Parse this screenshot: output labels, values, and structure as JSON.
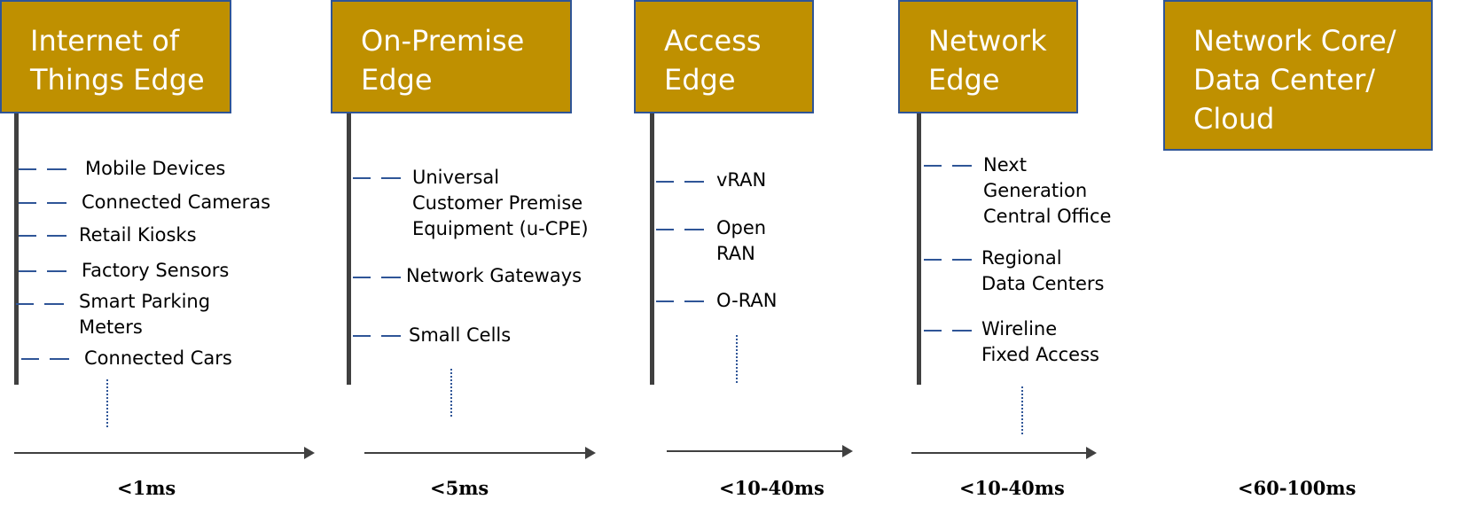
{
  "columns": [
    {
      "header": [
        "Internet of",
        "Things Edge"
      ],
      "items": [
        [
          "Mobile Devices"
        ],
        [
          "Connected Cameras"
        ],
        [
          "Retail Kiosks"
        ],
        [
          "Factory Sensors"
        ],
        [
          "Smart Parking",
          "Meters"
        ],
        [
          "Connected Cars"
        ]
      ],
      "latency": "<1ms"
    },
    {
      "header": [
        "On-Premise",
        "Edge"
      ],
      "items": [
        [
          "Universal",
          "Customer Premise",
          "Equipment (u-CPE)"
        ],
        [
          "Network Gateways"
        ],
        [
          "Small Cells"
        ]
      ],
      "latency": "<5ms"
    },
    {
      "header": [
        "Access",
        "Edge"
      ],
      "items": [
        [
          "vRAN"
        ],
        [
          "Open",
          "RAN"
        ],
        [
          "O-RAN"
        ]
      ],
      "latency": "<10-40ms"
    },
    {
      "header": [
        "Network",
        "Edge"
      ],
      "items": [
        [
          "Next",
          "Generation",
          "Central Office"
        ],
        [
          "Regional",
          "Data Centers"
        ],
        [
          "Wireline",
          "Fixed Access"
        ]
      ],
      "latency": "<10-40ms"
    },
    {
      "header": [
        "Network Core/",
        "Data Center/",
        "Cloud"
      ],
      "items": [],
      "latency": "<60-100ms"
    }
  ],
  "colors": {
    "header_fill": "#bf9000",
    "header_border": "#2f5597",
    "dash": "#2f5597",
    "line": "#404040"
  }
}
